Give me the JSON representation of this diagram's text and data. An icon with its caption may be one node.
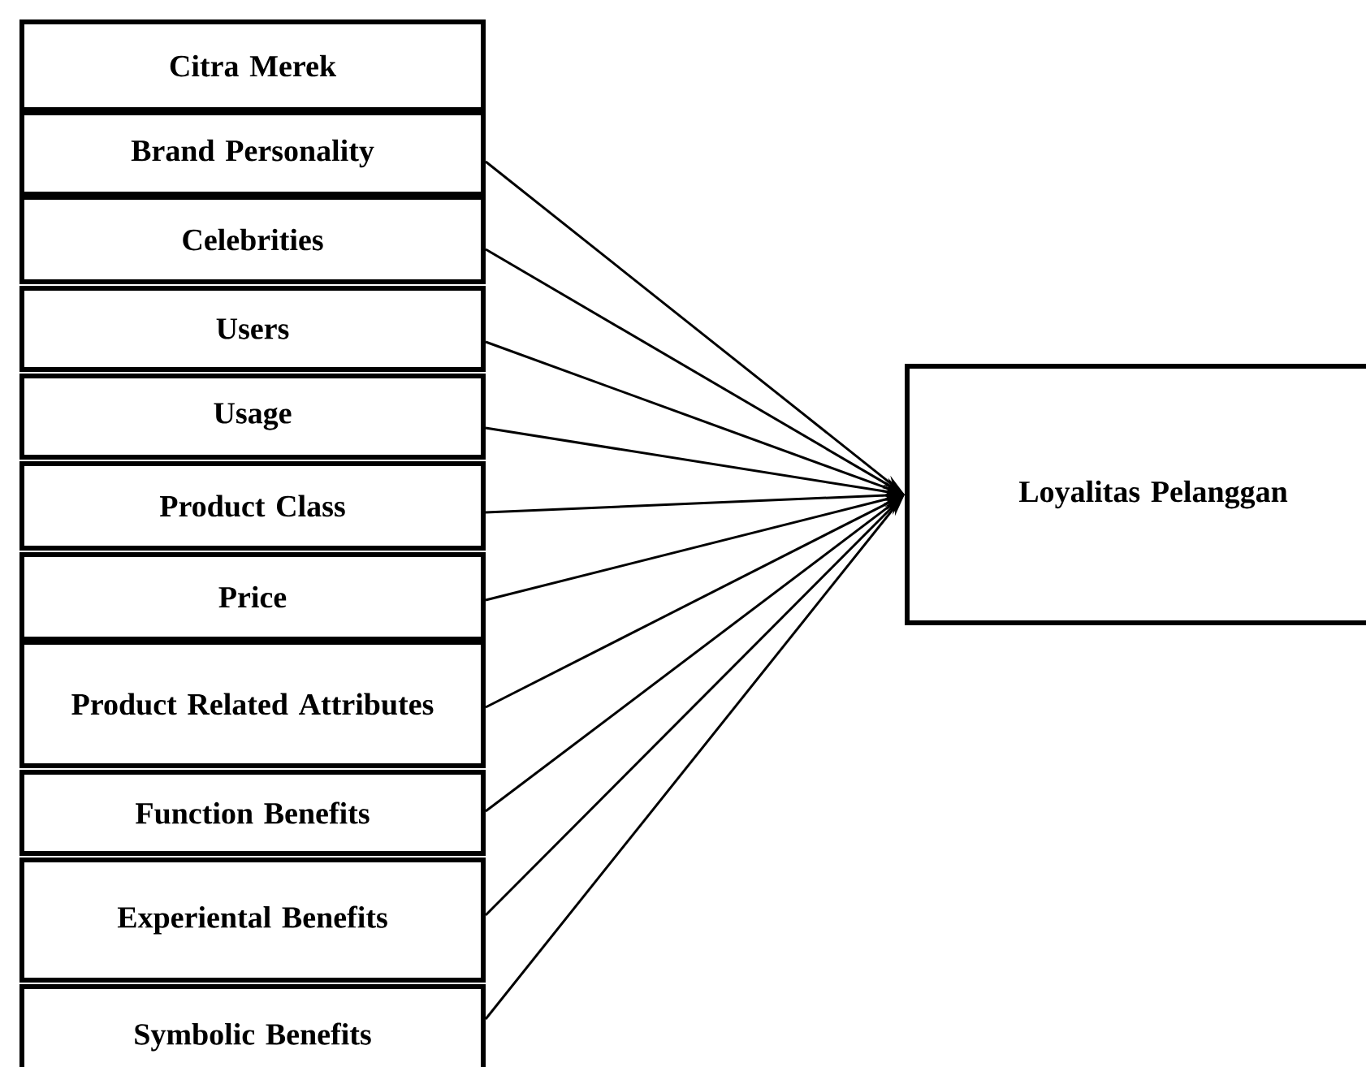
{
  "diagram": {
    "nodes": [
      {
        "text": [
          "Citra Merek"
        ]
      },
      {
        "text": [
          "Brand Personality"
        ]
      },
      {
        "text": [
          "Celebrities"
        ]
      },
      {
        "text": [
          "Users"
        ]
      },
      {
        "text": [
          "Usage"
        ]
      },
      {
        "text": [
          "Product Class"
        ]
      },
      {
        "text": [
          "Price"
        ]
      },
      {
        "text": [
          "Product Related Attributes"
        ]
      },
      {
        "text": [
          "Function Benefits"
        ]
      },
      {
        "text": [
          "Experiental Benefits"
        ]
      },
      {
        "text": [
          "Symbolic Benefits"
        ]
      },
      {
        "text": [
          "Loyalitas Pelanggan"
        ]
      }
    ],
    "edges": [
      {
        "from": 1,
        "to": 11,
        "arrow": "to"
      },
      {
        "from": 2,
        "to": 11,
        "arrow": "to"
      },
      {
        "from": 3,
        "to": 11,
        "arrow": "to"
      },
      {
        "from": 4,
        "to": 11,
        "arrow": "to"
      },
      {
        "from": 5,
        "to": 11,
        "arrow": "to"
      },
      {
        "from": 6,
        "to": 11,
        "arrow": "to"
      },
      {
        "from": 7,
        "to": 11,
        "arrow": "to"
      },
      {
        "from": 8,
        "to": 11,
        "arrow": "to"
      },
      {
        "from": 9,
        "to": 11,
        "arrow": "to"
      },
      {
        "from": 10,
        "to": 11,
        "arrow": "to"
      }
    ]
  }
}
